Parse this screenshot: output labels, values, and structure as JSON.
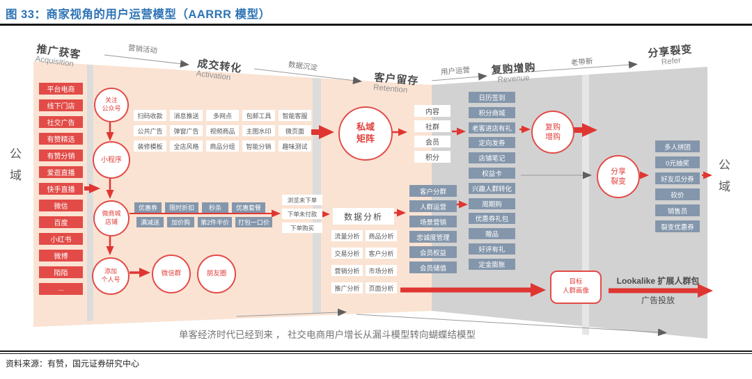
{
  "title": "图 33：商家视角的用户运营模型（AARRR 模型）",
  "stages": [
    {
      "zh": "推广获客",
      "en": "Acquisition"
    },
    {
      "zh": "成交转化",
      "en": "Activation"
    },
    {
      "zh": "客户留存",
      "en": "Retention"
    },
    {
      "zh": "复购增购",
      "en": "Revenue"
    },
    {
      "zh": "分享裂变",
      "en": "Refer"
    }
  ],
  "flow_labels": [
    "营销活动",
    "数据沉淀",
    "用户运营",
    "老带新"
  ],
  "domain_labels": {
    "left": "公域",
    "right": "公域"
  },
  "acquisition": {
    "channels": [
      "平台电商",
      "线下门店",
      "社交广告",
      "有赞精选",
      "有赞分销",
      "爱逛直播",
      "快手直播",
      "微信",
      "百度",
      "小红书",
      "微博",
      "陌陌",
      "..."
    ],
    "touchpoints": [
      "关注\n公众号",
      "小程序",
      "微商城\n店铺",
      "添加\n个人号"
    ],
    "wechat": [
      "微信群",
      "朋友圈"
    ]
  },
  "activation": {
    "tools": [
      "扫码收款",
      "消息推送",
      "多网点",
      "包邮工具",
      "智能客服",
      "公共广告",
      "弹窗广告",
      "视频商品",
      "主图水印",
      "微页面",
      "装修模板",
      "全店风格",
      "商品分组",
      "智能分销",
      "趣味测试"
    ],
    "promos": [
      "优惠券",
      "限时折扣",
      "秒杀",
      "优惠套餐",
      "满减送",
      "加价购",
      "第2件半价",
      "打包一口价"
    ],
    "order_states": [
      "浏览未下单",
      "下单未付款",
      "下单购买"
    ]
  },
  "retention": {
    "matrix": "私域\n矩阵",
    "assets": [
      "内容",
      "社群",
      "会员",
      "积分"
    ],
    "analysis_title": "数据分析",
    "analysis_items": [
      "流量分析",
      "商品分析",
      "交易分析",
      "客户分析",
      "营销分析",
      "市场分析",
      "推广分析",
      "页面分析"
    ],
    "crm": [
      "客户分群",
      "人群运营",
      "场景营销",
      "忠诚度管理",
      "会员权益",
      "会员储值"
    ]
  },
  "revenue": {
    "circle": "复购\n增购",
    "tools": [
      "日历签到",
      "积分商城",
      "老客进店有礼",
      "定向发券",
      "店铺笔记",
      "权益卡",
      "兴趣人群转化",
      "周期购",
      "优惠券礼包",
      "赠品",
      "好评有礼",
      "定金膨胀"
    ]
  },
  "refer": {
    "circle": "分享\n裂变",
    "tools": [
      "多人拼团",
      "0元抽奖",
      "好友瓜分券",
      "砍价",
      "销售员",
      "裂变优惠券"
    ],
    "target": "目标\n人群画像",
    "lookalike_top": "Lookalike 扩展人群包",
    "lookalike_bottom": "广告投放"
  },
  "caption": "单客经济时代已经到来 ， 社交电商用户增长从漏斗模型转向蝴蝶结模型",
  "source": "资料来源：有赞，国元证券研究中心",
  "colors": {
    "title_blue": "#2E74B5",
    "accent_red": "#E24B47",
    "arrow_red": "#DF3631",
    "box_blue": "#8496AB",
    "peach": "#FAE3D3",
    "gray": "#D2D2D2"
  }
}
